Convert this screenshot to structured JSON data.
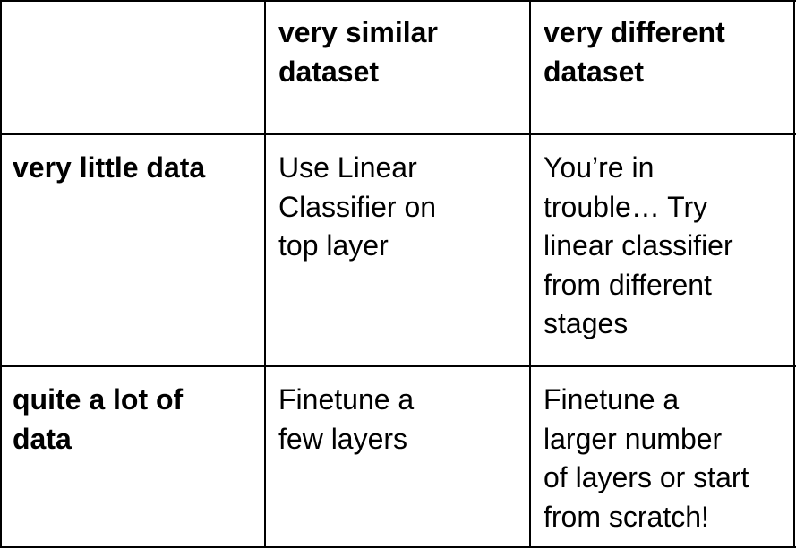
{
  "table": {
    "header": {
      "corner": "",
      "col1": "very similar\ndataset",
      "col2": "very different\ndataset"
    },
    "rows": [
      {
        "label": "very little data",
        "similar": "Use Linear\nClassifier on\ntop layer",
        "different": "You’re in\ntrouble… Try\nlinear classifier\nfrom different\nstages"
      },
      {
        "label": "quite a lot of\ndata",
        "similar": "Finetune a\nfew layers",
        "different": "Finetune a\nlarger number\nof layers or start\nfrom scratch!"
      }
    ]
  }
}
